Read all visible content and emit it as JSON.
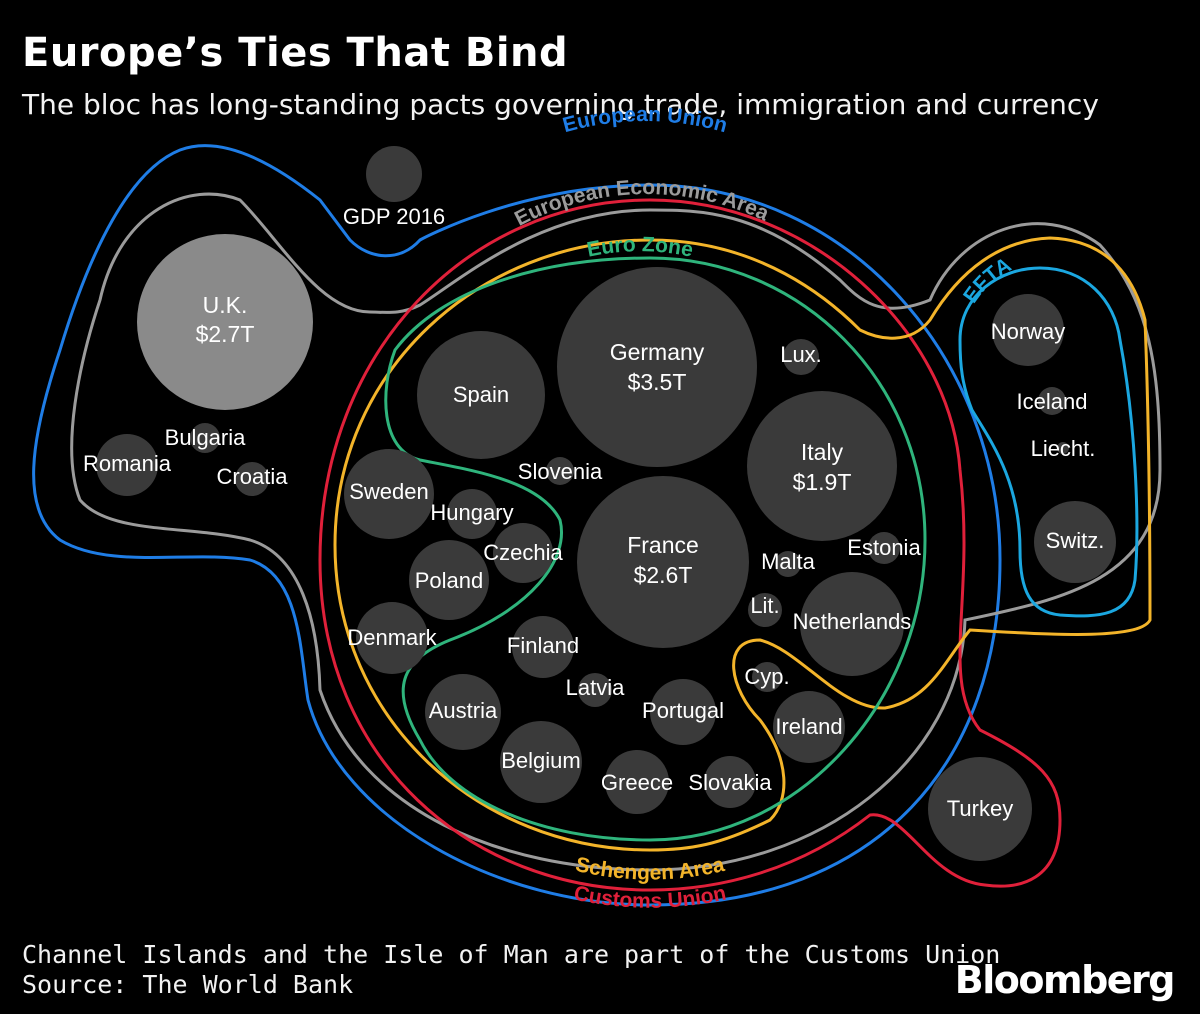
{
  "header": {
    "title": "Europe’s Ties That Bind",
    "subtitle": "The bloc has long-standing pacts governing trade, immigration and currency"
  },
  "legend": {
    "size_label": "GDP 2016"
  },
  "groups": {
    "european_union": {
      "label": "European Union",
      "color": "#1f7de6"
    },
    "customs_union": {
      "label": "Customs Union",
      "color": "#e0203a"
    },
    "eea": {
      "label": "European Economic Area",
      "color": "#9b9b9b"
    },
    "schengen": {
      "label": "Schengen Area",
      "color": "#f3b42a"
    },
    "euro_zone": {
      "label": "Euro Zone",
      "color": "#2fb47c"
    },
    "efta": {
      "label": "EFTA",
      "color": "#1ba7e0"
    }
  },
  "countries": {
    "uk": {
      "name": "U.K.",
      "gdp": "$2.7T"
    },
    "germany": {
      "name": "Germany",
      "gdp": "$3.5T"
    },
    "france": {
      "name": "France",
      "gdp": "$2.6T"
    },
    "italy": {
      "name": "Italy",
      "gdp": "$1.9T"
    },
    "romania": {
      "name": "Romania"
    },
    "bulgaria": {
      "name": "Bulgaria"
    },
    "croatia": {
      "name": "Croatia"
    },
    "spain": {
      "name": "Spain"
    },
    "lux": {
      "name": "Lux."
    },
    "slovenia": {
      "name": "Slovenia"
    },
    "sweden": {
      "name": "Sweden"
    },
    "hungary": {
      "name": "Hungary"
    },
    "czechia": {
      "name": "Czechia"
    },
    "poland": {
      "name": "Poland"
    },
    "denmark": {
      "name": "Denmark"
    },
    "finland": {
      "name": "Finland"
    },
    "latvia": {
      "name": "Latvia"
    },
    "austria": {
      "name": "Austria"
    },
    "portugal": {
      "name": "Portugal"
    },
    "belgium": {
      "name": "Belgium"
    },
    "greece": {
      "name": "Greece"
    },
    "slovakia": {
      "name": "Slovakia"
    },
    "malta": {
      "name": "Malta"
    },
    "estonia": {
      "name": "Estonia"
    },
    "lithuania": {
      "name": "Lit."
    },
    "netherlands": {
      "name": "Netherlands"
    },
    "cyprus": {
      "name": "Cyp."
    },
    "ireland": {
      "name": "Ireland"
    },
    "norway": {
      "name": "Norway"
    },
    "iceland": {
      "name": "Iceland"
    },
    "liechtenstein": {
      "name": "Liecht."
    },
    "switzerland": {
      "name": "Switz."
    },
    "turkey": {
      "name": "Turkey"
    }
  },
  "footer": {
    "note": "Channel Islands and the Isle of Man are part of the Customs Union",
    "source": "Source: The World Bank",
    "brand": "Bloomberg"
  }
}
